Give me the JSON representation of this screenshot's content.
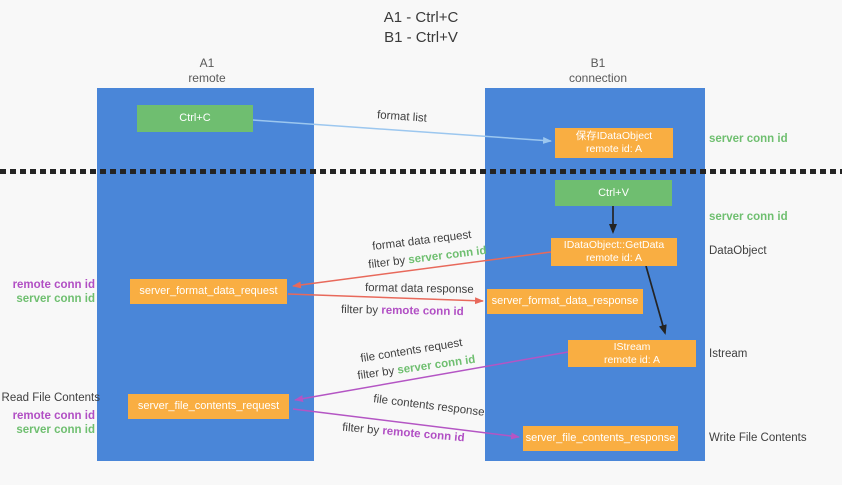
{
  "title": {
    "line1": "A1 - Ctrl+C",
    "line2": "B1 - Ctrl+V"
  },
  "columns": {
    "left": {
      "name": "A1",
      "subtitle": "remote"
    },
    "right": {
      "name": "B1",
      "subtitle": "connection"
    }
  },
  "nodes": {
    "ctrl_c": {
      "label": "Ctrl+C"
    },
    "save_idataobject": {
      "line1": "保存IDataObject",
      "line2": "remote id: A"
    },
    "ctrl_v": {
      "label": "Ctrl+V"
    },
    "getdata": {
      "line1": "IDataObject::GetData",
      "line2": "remote id: A"
    },
    "format_request": {
      "label": "server_format_data_request"
    },
    "format_response": {
      "label": "server_format_data_response"
    },
    "istream": {
      "line1": "IStream",
      "line2": "remote id: A"
    },
    "file_request": {
      "label": "server_file_contents_request"
    },
    "file_response": {
      "label": "server_file_contents_response"
    }
  },
  "right_labels": {
    "server_conn_id_1": "server conn id",
    "server_conn_id_2": "server conn id",
    "dataobject": "DataObject",
    "istream": "Istream",
    "write_file_contents": "Write File Contents"
  },
  "left_labels": {
    "remote_conn_id_1": "remote conn id",
    "server_conn_id_1": "server conn id",
    "read_file_contents": "Read File Contents",
    "remote_conn_id_2": "remote conn id",
    "server_conn_id_2": "server conn id"
  },
  "flow_labels": {
    "format_list": "format list",
    "format_data_request": "format data request",
    "filter_by": "filter by ",
    "filter_server_conn_id": "server conn id",
    "format_data_response": "format data response",
    "filter_remote_conn_id": "remote conn id",
    "file_contents_request": "file contents request",
    "file_contents_response": "file contents response"
  },
  "colors": {
    "column_blue": "#4a86d8",
    "node_green": "#6fbe70",
    "node_orange": "#f9ae42",
    "text_green": "#6fbf70",
    "text_purple": "#b14fc4",
    "arrow_red": "#e8695b",
    "arrow_purple": "#b455c4",
    "arrow_blue": "#9cc7ef",
    "arrow_black": "#242424",
    "background": "#f8f8f8"
  }
}
